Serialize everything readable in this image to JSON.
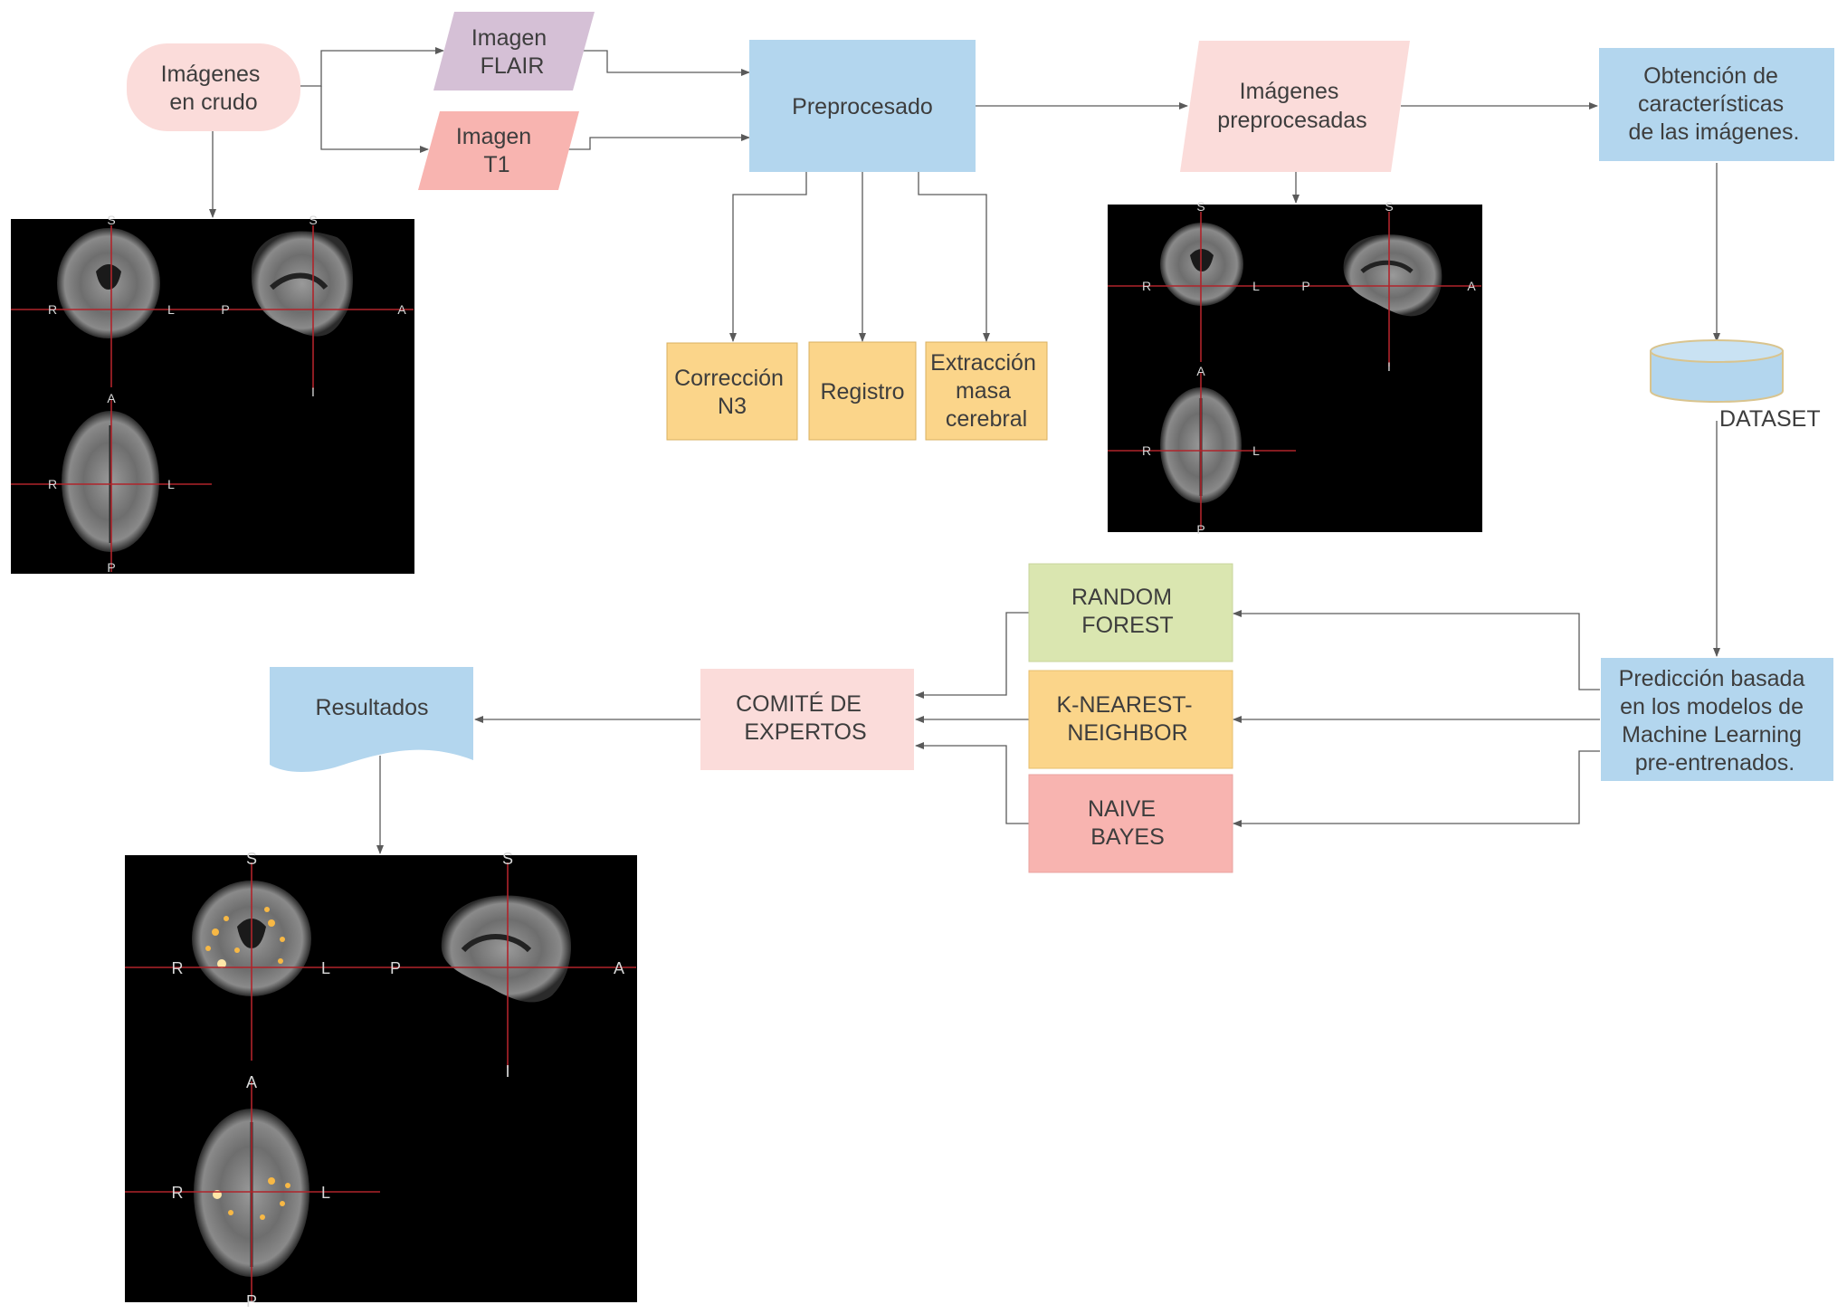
{
  "nodes": {
    "raw_images": [
      "Imágenes",
      "en crudo"
    ],
    "flair": [
      "Imagen",
      "FLAIR"
    ],
    "t1": [
      "Imagen",
      "T1"
    ],
    "preprocess": [
      "Preprocesado"
    ],
    "n3": [
      "Corrección",
      "N3"
    ],
    "registro": [
      "Registro"
    ],
    "extraccion": [
      "Extracción",
      "masa",
      "cerebral"
    ],
    "preprocessed": [
      "Imágenes",
      "preprocesadas"
    ],
    "features": [
      "Obtención de",
      "características",
      "de las imágenes."
    ],
    "dataset": "DATASET",
    "prediction": [
      "Predicción basada",
      "en los modelos de",
      "Machine Learning",
      "pre-entrenados."
    ],
    "random_forest": [
      "RANDOM",
      "FOREST"
    ],
    "knn": [
      "K-NEAREST-",
      "NEIGHBOR"
    ],
    "naive_bayes": [
      "NAIVE",
      "BAYES"
    ],
    "committee": [
      "COMITÉ DE",
      "EXPERTOS"
    ],
    "results": [
      "Resultados"
    ]
  },
  "mri_orientation": {
    "superior": "S",
    "right": "R",
    "left": "L",
    "posterior": "P",
    "anterior": "A",
    "inferior": "I"
  },
  "colors": {
    "pink": "#fbdcda",
    "blue": "#b3d6ee",
    "purple": "#d5c0d6",
    "salmon": "#f8b4b0",
    "yellow": "#fbd58a",
    "green": "#dae6b0",
    "edge": "#5a5a5a",
    "crosshair": "#b0242b"
  }
}
